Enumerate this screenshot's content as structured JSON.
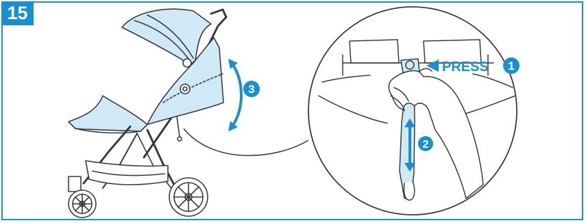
{
  "step_number": "15",
  "callouts": {
    "press_text": "PRESS",
    "step1": "1",
    "step2": "2",
    "step3": "3"
  },
  "colors": {
    "accent": "#1a8fd0",
    "fabric": "#cfe9f7",
    "line": "#3a3a3a"
  }
}
